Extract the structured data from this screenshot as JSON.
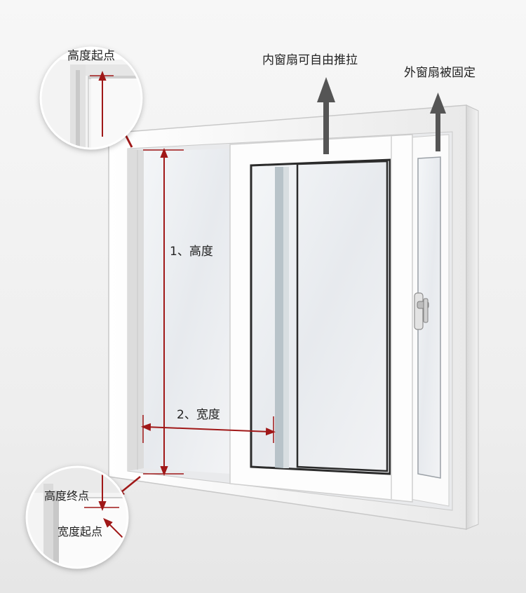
{
  "labels": {
    "height_start": "高度起点",
    "inner_sash": "内窗扇可自由推拉",
    "outer_sash": "外窗扇被固定",
    "height_dim": "1、高度",
    "width_dim": "2、宽度",
    "height_end": "高度终点",
    "width_start": "宽度起点"
  },
  "colors": {
    "measure_line": "#a01818",
    "annotation_arrow": "#555555",
    "frame_white": "#fafafa",
    "glass": "#eef0f3"
  },
  "icons": [
    "up-arrow-icon",
    "window-handle-icon"
  ]
}
